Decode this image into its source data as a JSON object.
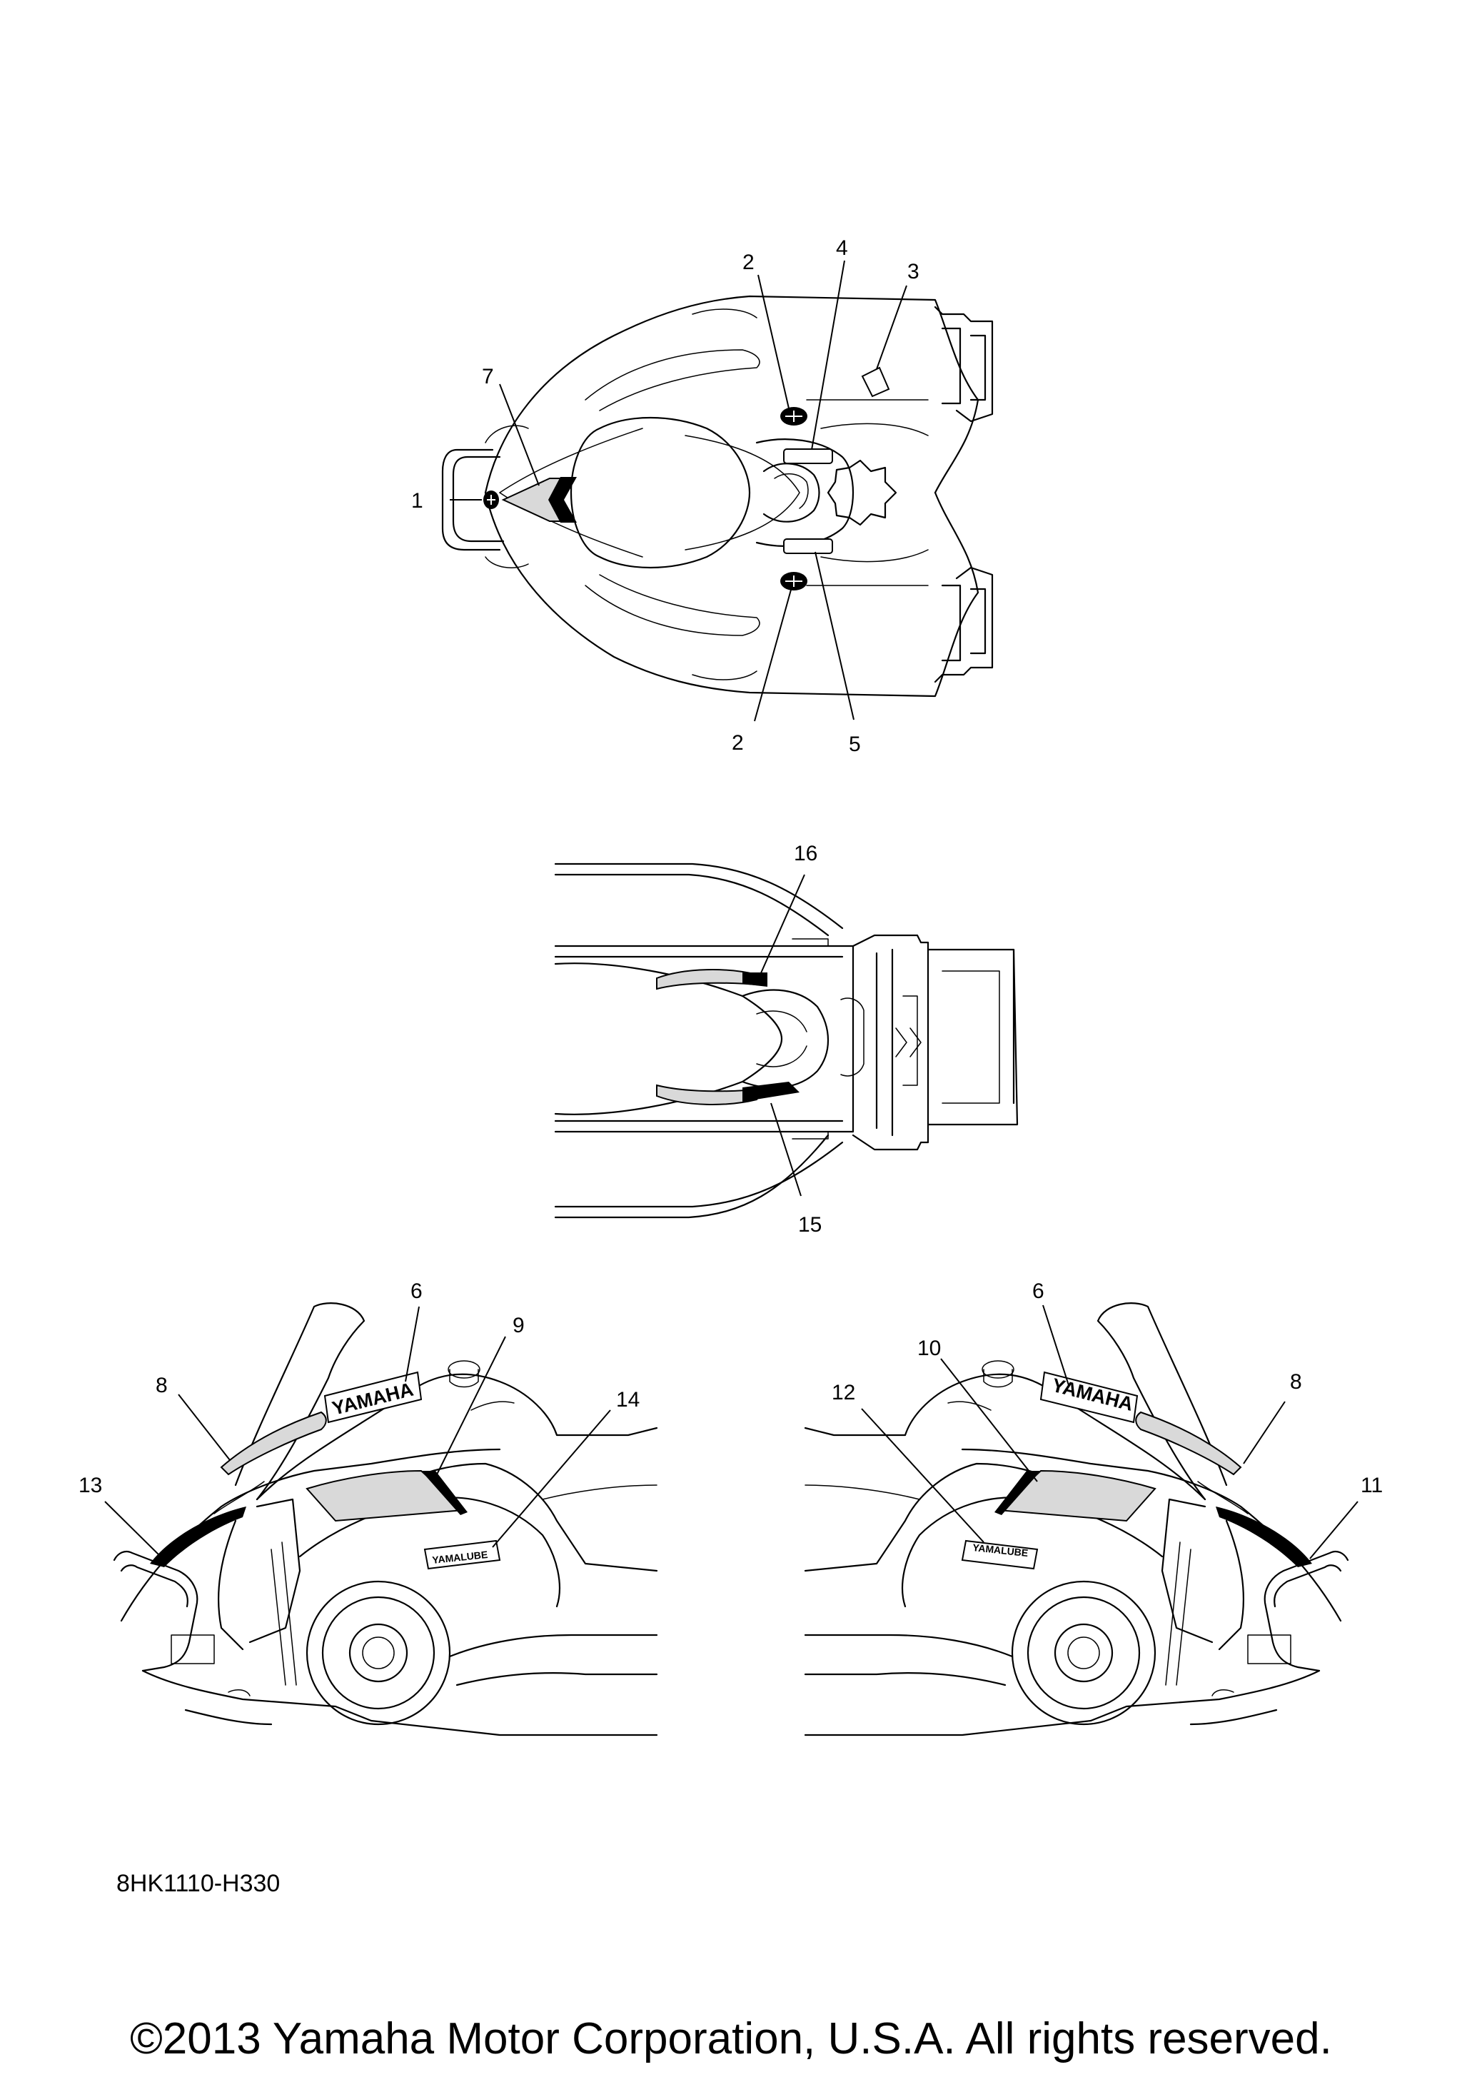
{
  "diagram": {
    "part_code": "8HK1110-H330",
    "copyright": "©2013 Yamaha Motor Corporation, U.S.A. All rights reserved.",
    "brand_text": "YAMAHA",
    "yamalube_text": "YAMALUBE",
    "callouts": [
      "1",
      "2",
      "2",
      "3",
      "4",
      "5",
      "6",
      "6",
      "7",
      "8",
      "8",
      "9",
      "10",
      "11",
      "12",
      "13",
      "14",
      "15",
      "16"
    ]
  }
}
